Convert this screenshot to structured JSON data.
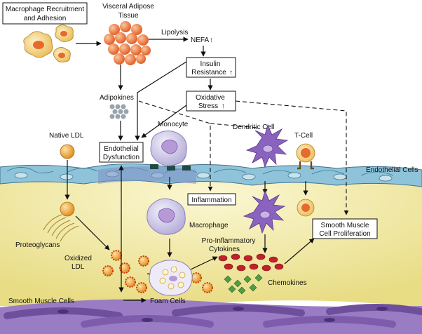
{
  "labels": {
    "macrophage_recruitment_1": "Macrophage Recruitment",
    "macrophage_recruitment_2": "and Adhesion",
    "visceral_adipose_1": "Visceral Adipose",
    "visceral_adipose_2": "Tissue",
    "lipolysis": "Lipolysis",
    "nefa": "NEFA",
    "insulin_resistance_1": "Insulin",
    "insulin_resistance_2": "Resistance",
    "oxidative_stress_1": "Oxidative",
    "oxidative_stress_2": "Stress",
    "adipokines": "Adipokines",
    "native_ldl": "Native LDL",
    "monocyte": "Monocyte",
    "dendritic_cell": "Dendritic Cell",
    "t_cell": "T-Cell",
    "endothelial_dysfunction_1": "Endothelial",
    "endothelial_dysfunction_2": "Dysfunction",
    "endothelial_cells": "Endothelial Cells",
    "inflammation": "Inflammation",
    "macrophage": "Macrophage",
    "proteoglycans": "Proteoglycans",
    "oxidized_ldl_1": "Oxidized",
    "oxidized_ldl_2": "LDL",
    "pro_inflammatory_1": "Pro-Inflammatory",
    "pro_inflammatory_2": "Cytokines",
    "chemokines": "Chemokines",
    "smc_proliferation_1": "Smooth Muscle",
    "smc_proliferation_2": "Cell Proliferation",
    "smooth_muscle_cells": "Smooth Muscle Cells",
    "foam_cells": "Foam Cells",
    "up_arrow": "↑"
  },
  "colors": {
    "adipocyte": "#e8692c",
    "ldl": "#e89a2a",
    "endothelium": "#8ec3d9",
    "intima": "#f3eca6",
    "smooth_muscle": "#8c6cb8",
    "macrophage": "#c9c3e4",
    "dendritic": "#7e57b0",
    "cytokine": "#c0212a",
    "chemokine": "#4f9e43",
    "receptor": "#1f4a46"
  }
}
